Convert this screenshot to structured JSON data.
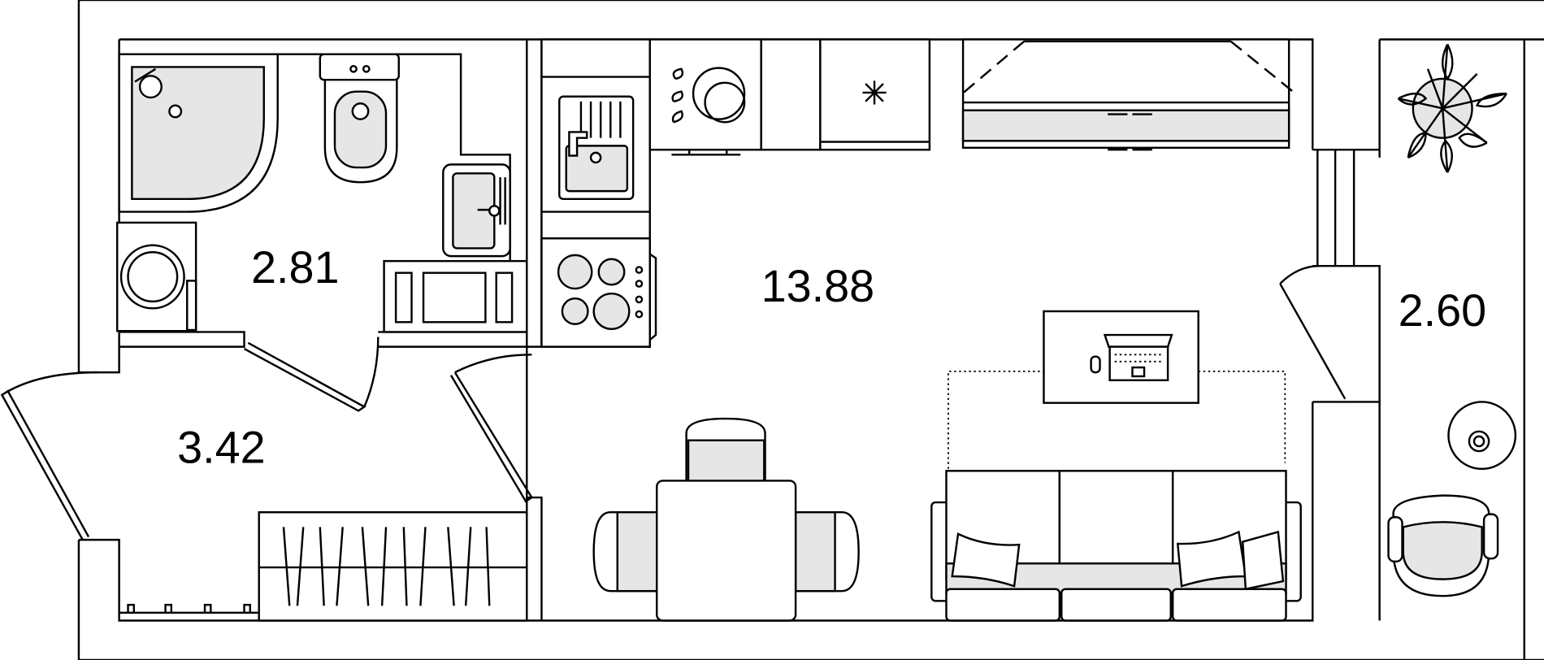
{
  "plan": {
    "rooms": [
      {
        "id": "bathroom",
        "area": "2.81"
      },
      {
        "id": "living-kitchen",
        "area": "13.88"
      },
      {
        "id": "hallway",
        "area": "3.42"
      },
      {
        "id": "balcony",
        "area": "2.60"
      }
    ],
    "colors": {
      "line": "#000000",
      "fill": "#e6e6e6",
      "background": "#ffffff"
    }
  }
}
